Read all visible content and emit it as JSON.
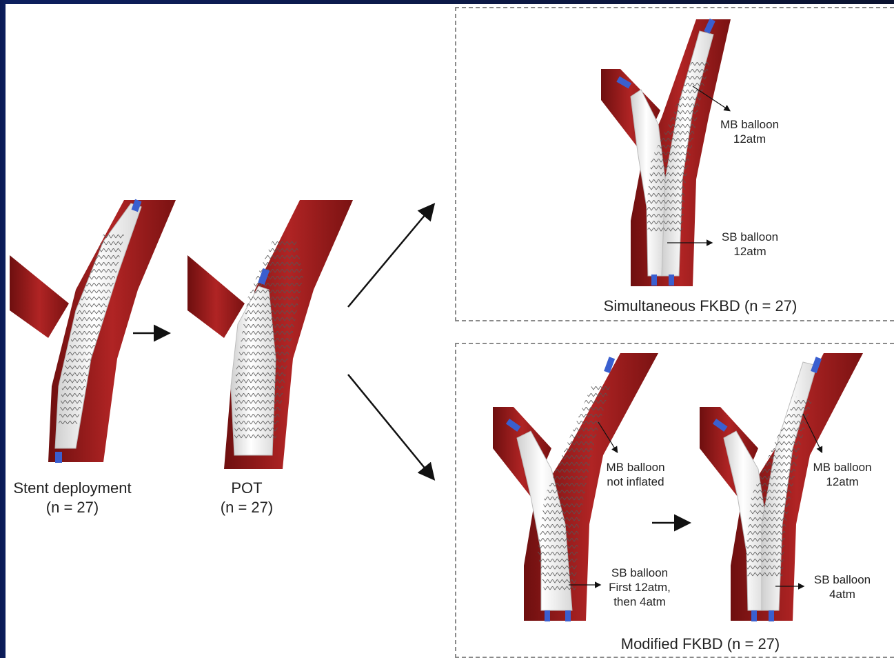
{
  "stages": {
    "stent_deployment": {
      "title": "Stent deployment",
      "n": "(n = 27)"
    },
    "pot": {
      "title": "POT",
      "n": "(n = 27)"
    },
    "simultaneous": {
      "caption": "Simultaneous FKBD (n = 27)"
    },
    "modified": {
      "caption": "Modified FKBD (n = 27)"
    }
  },
  "annotations": {
    "sim_mb": [
      "MB balloon",
      "12atm"
    ],
    "sim_sb": [
      "SB balloon",
      "12atm"
    ],
    "mod1_mb": [
      "MB balloon",
      "not inflated"
    ],
    "mod1_sb": [
      "SB balloon",
      "First 12atm,",
      "then 4atm"
    ],
    "mod2_mb": [
      "MB balloon",
      "12atm"
    ],
    "mod2_sb": [
      "SB balloon",
      "4atm"
    ]
  },
  "colors": {
    "vessel": "#9c1c1c",
    "vessel_dark": "#6e0f0f",
    "balloon": "#f2f2f2",
    "marker": "#3a5fcf",
    "stent": "#555555"
  }
}
